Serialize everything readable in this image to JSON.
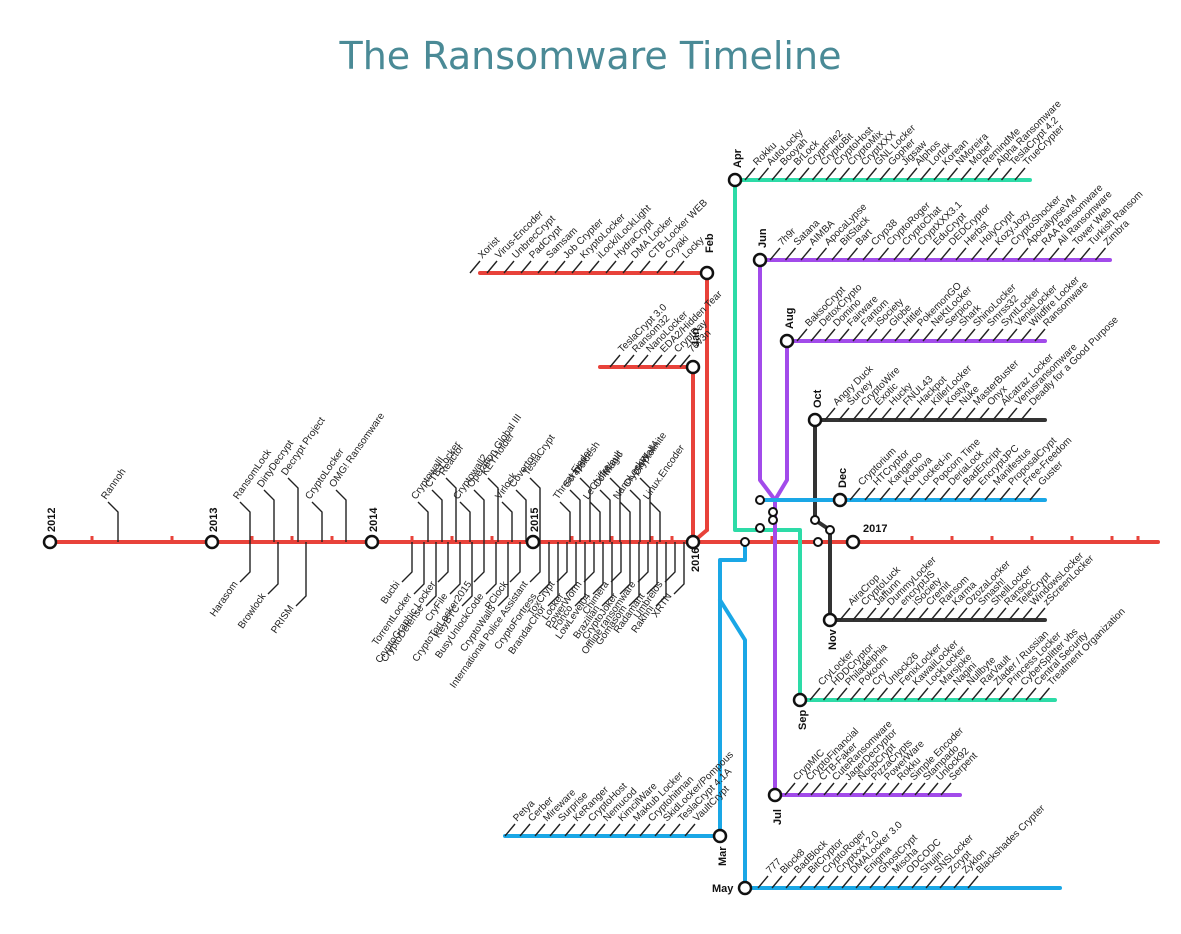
{
  "title": "The Ransomware Timeline",
  "colors": {
    "main": "#e8423a",
    "green": "#2ddba7",
    "purple": "#a24bea",
    "dark": "#333333",
    "blue": "#1aa7e6"
  },
  "years": [
    "2012",
    "2013",
    "2014",
    "2015",
    "2016",
    "2017"
  ],
  "years_labels": {
    "2012": [
      "Rannoh"
    ],
    "2013_above": [
      "RansomLock",
      "DirtyDecrypt",
      "Decrypt Project",
      "CryptoLocker",
      "OMG! Ransomware"
    ],
    "2013_below": [
      "Harasom",
      "Browlock",
      "PRISM"
    ],
    "2014_above": [
      "CryptowallI",
      "CTB-Locker",
      "Reactor",
      "Cryptowall2",
      "Operation Global III",
      "KEYHolder",
      "Virlock",
      "Coverton",
      "TeslaCrypt"
    ],
    "2014_below": [
      "Bucbi",
      "TorrentLocker",
      "CryptoDefense",
      "CryptoGraphic Locker",
      "CryFile",
      "KeyBTC",
      "CryptoTorLocker2015",
      "BusyUnlockCode",
      "CryptoWall3",
      "PClock"
    ],
    "2015_above": [
      "Threat Finder",
      "Scraper",
      "Troldesh",
      "LeChiffre",
      "CoinVault",
      "Magic",
      "NanoLocker",
      "CryptoWall4",
      "Cryptolinite",
      "Linux.Encoder"
    ],
    "2015_below": [
      "International Police Assistant",
      "CryptoFortress",
      "BrandarChor",
      "ToxCrypt",
      "Locker",
      "Fonco",
      "PowerWorm",
      "LowLevel04",
      "Brazilian",
      "Chimera",
      "CryptoJoker",
      "Gomasom",
      "Offline ransomware",
      "Radamant",
      "Rakhni",
      "Umbrelos",
      "XRTN"
    ]
  },
  "months": {
    "jan": {
      "label": "Jan",
      "items": [
        "TeslaCrypt 3.0",
        "Ransom32",
        "NanoLocker",
        "EDA2/Hidden Tear",
        "CryptDay",
        "7ev3n"
      ]
    },
    "feb": {
      "label": "Feb",
      "items": [
        "Xorist",
        "Virus-Encoder",
        "UnbrecCrypt",
        "PadCrypt",
        "Samsam",
        "Job Crypter",
        "KryptoLocker",
        "iLock/iLockLight",
        "HydraCrypt",
        "DMA Locker",
        "CTB-Locker WEB",
        "Cryaki",
        "Locky"
      ]
    },
    "mar": {
      "label": "Mar",
      "items": [
        "Petya",
        "Cerber",
        "Mireware",
        "Surprise",
        "KeRanger",
        "CryptoHost",
        "Nemucod",
        "KimcilWare",
        "Maktub Locker",
        "Cryptohitman",
        "SkidLocker/Pompous",
        "TeslaCrypt 4.1A",
        "VaultCrypt"
      ]
    },
    "apr": {
      "label": "Apr",
      "items": [
        "Rokku",
        "AutoLocky",
        "Booyah",
        "BrLock",
        "CryptFile2",
        "CryptoBit",
        "CryptoHost",
        "CryptoMix",
        "CryptXXX",
        "GNL Locker",
        "Gopher",
        "Jigsaw",
        "Alphos",
        "Lortok",
        "Korean",
        "NMoreira",
        "Mobef",
        "RemindMe",
        "Alpha Ransomware",
        "TeslaCrypt 4.2",
        "TrueCrypter"
      ]
    },
    "may": {
      "label": "May",
      "items": [
        "777",
        "Block8",
        "BadBlock",
        "BitCryptor",
        "CryptoRoger",
        "Cryptxxx 2.0",
        "DMALocker 3.0",
        "Enigma",
        "GhostCrypt",
        "Mischa",
        "ODCODC",
        "Shujin",
        "SNSLocker",
        "Zcrypt",
        "Zyklon",
        "Blackshades Crypter"
      ]
    },
    "jun": {
      "label": "Jun",
      "items": [
        "7h9r",
        "Satana",
        "AIMBA",
        "ApocaLypse",
        "BitStack",
        "Bart",
        "Cryp38",
        "CryptoRoger",
        "CryptoChat",
        "CryptXXX3.1",
        "EduCrypt",
        "DEDCryptor",
        "Herbst",
        "HolyCrypt",
        "Kozy.Jozy",
        "CryptoShocker",
        "ApocalypseVM",
        "RAA Ransomware",
        "Ali Ransomware",
        "Tower Web",
        "Turkish Ransom",
        "Zimbra"
      ]
    },
    "jul": {
      "label": "Jul",
      "items": [
        "CrypMIC",
        "CryptoFinancial",
        "CTB-Faker",
        "CuteRansomware",
        "JagerDecryptor",
        "NoobCrypt",
        "PizzaCrypts",
        "PowerWare",
        "Rokku",
        "Simple Encoder",
        "Stampado",
        "Unlock92",
        "Serpent"
      ]
    },
    "aug": {
      "label": "Aug",
      "items": [
        "BaksoCrypt",
        "DetoxCrypto",
        "Domino",
        "Fairware",
        "Fantom",
        "iSociety",
        "Globe",
        "Hitler",
        "PokemonGO",
        "NeKtLocker",
        "Serpico",
        "Shark",
        "ShinoLocker",
        "Smrss32",
        "SyntLocker",
        "VenisLocker",
        "Wildfire Locker",
        "Ransomware"
      ]
    },
    "sep": {
      "label": "Sep",
      "items": [
        "CryLocker",
        "HDDCryptor",
        "Philadelphia",
        "Pokoom",
        "Cry",
        "Unlock26",
        "FenixLocker",
        "KawaiiLocker",
        "LockLocker",
        "Marsjoke",
        "Nagini",
        "Nullbyte",
        "RarVault",
        "Zlader / Russian",
        "Princess Locker",
        "CyberSplitter vbs",
        "Central Security",
        "Treatment Organization"
      ]
    },
    "oct": {
      "label": "Oct",
      "items": [
        "Angry Duck",
        "Survey",
        "CryptoWire",
        "Exotic",
        "Hucky",
        "FNUL43",
        "Hackpot",
        "KillerLocker",
        "Kostya",
        "Nuke",
        "MasterBuster",
        "Onyx",
        "Alcatraz Locker",
        "Venusransomware",
        "Deadly for a Good Purpose"
      ]
    },
    "nov": {
      "label": "Nov",
      "items": [
        "AiraCrop",
        "CryptoLuck",
        "Jaffunn",
        "DummyLocker",
        "encryptJS",
        "iSociety",
        "Cremit",
        "Ransom",
        "Karma",
        "OzozaLocker",
        "Smash!",
        "ShellLocker",
        "Ransoc",
        "TeleCrypt",
        "WindowsLocker",
        "zScreenLocker"
      ]
    },
    "dec": {
      "label": "Dec",
      "items": [
        "Cryptorium",
        "HTCryptor",
        "Kangaroo",
        "Koolova",
        "Locked-in",
        "Popcorn Time",
        "DeriaLock",
        "BadEncript",
        "EncryptJPC",
        "Manifestus",
        "ProposalCrypt",
        "Free-Freedom",
        "Guster"
      ]
    }
  }
}
